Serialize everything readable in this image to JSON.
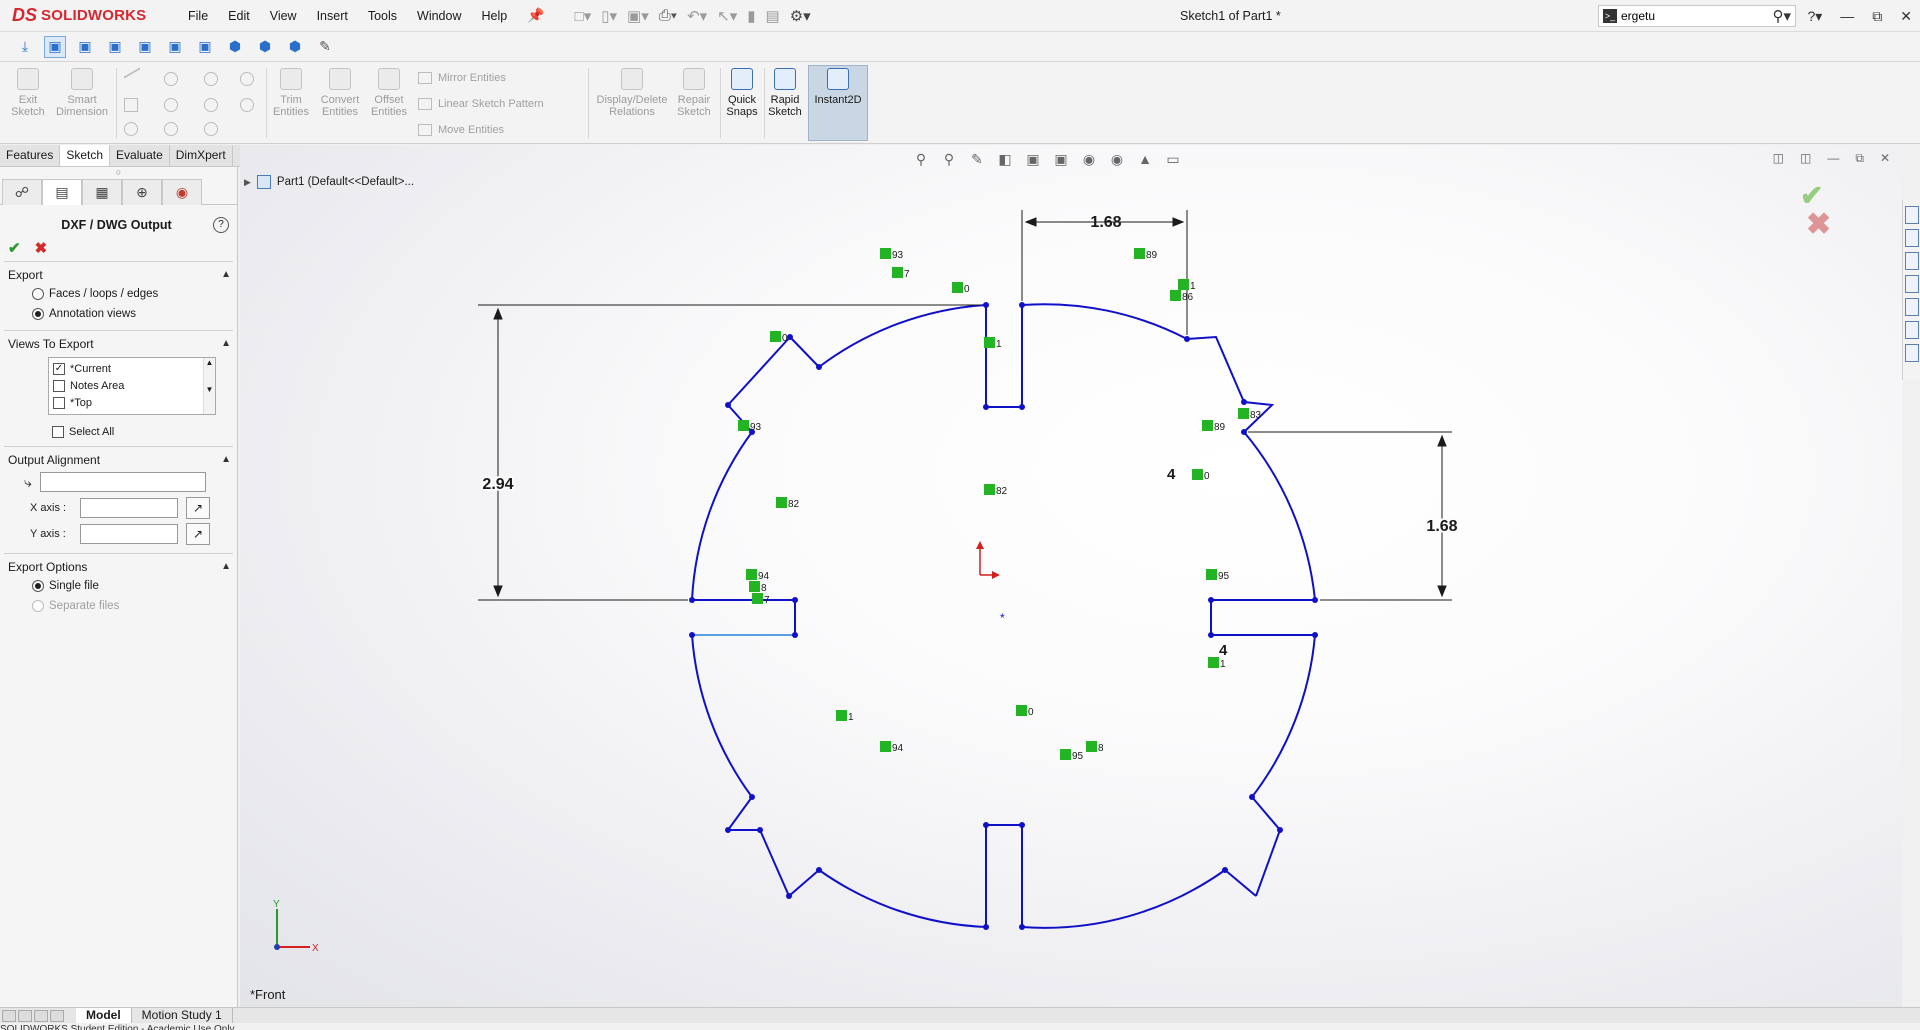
{
  "app": {
    "logo_mark": "DS",
    "logo_text": "SOLIDWORKS",
    "document_title": "Sketch1 of Part1 *"
  },
  "menu": [
    "File",
    "Edit",
    "View",
    "Insert",
    "Tools",
    "Window",
    "Help"
  ],
  "search": {
    "value": "ergetu",
    "placeholder": ""
  },
  "command_manager": {
    "buttons": [
      {
        "label": "Exit\nSketch",
        "enabled": false
      },
      {
        "label": "Smart\nDimension",
        "enabled": false
      },
      {
        "label": "Trim\nEntities",
        "enabled": false
      },
      {
        "label": "Convert\nEntities",
        "enabled": false
      },
      {
        "label": "Offset\nEntities",
        "enabled": false
      },
      {
        "label": "Display/Delete\nRelations",
        "enabled": false
      },
      {
        "label": "Repair\nSketch",
        "enabled": false
      },
      {
        "label": "Quick\nSnaps",
        "enabled": true
      },
      {
        "label": "Rapid\nSketch",
        "enabled": true
      },
      {
        "label": "Instant2D",
        "enabled": true,
        "pressed": true
      }
    ],
    "small_commands": [
      "Mirror Entities",
      "Linear Sketch Pattern",
      "Move Entities"
    ]
  },
  "cm_tabs": [
    "Features",
    "Sketch",
    "Evaluate",
    "DimXpert"
  ],
  "cm_active_tab": "Sketch",
  "property_manager": {
    "title": "DXF / DWG Output",
    "help_glyph": "?",
    "export": {
      "header": "Export",
      "options": [
        {
          "label": "Faces / loops / edges",
          "selected": false
        },
        {
          "label": "Annotation views",
          "selected": true
        }
      ]
    },
    "views_to_export": {
      "header": "Views To Export",
      "items": [
        {
          "label": "*Current",
          "checked": true
        },
        {
          "label": "Notes Area",
          "checked": false
        },
        {
          "label": "*Top",
          "checked": false
        }
      ],
      "select_all": "Select All"
    },
    "output_alignment": {
      "header": "Output Alignment",
      "x_axis_label": "X axis :",
      "y_axis_label": "Y axis :"
    },
    "export_options": {
      "header": "Export Options",
      "options": [
        {
          "label": "Single file",
          "selected": true,
          "enabled": true
        },
        {
          "label": "Separate files",
          "selected": false,
          "enabled": false
        }
      ]
    }
  },
  "graphics": {
    "tree_node": "Part1  (Default<<Default>...",
    "view_label": "*Front",
    "dimensions": {
      "top_width": "1.68",
      "left_height": "2.94",
      "right_height": "1.68",
      "slot_right_upper": "4",
      "slot_right_lower": "4"
    },
    "relation_tags": [
      "93",
      "7",
      "0",
      "89",
      "1",
      "86",
      "1",
      "82",
      "93",
      "83",
      "89",
      "0",
      "82",
      "0",
      "94",
      "8",
      "7",
      "95",
      "1",
      "1",
      "0",
      "94",
      "8",
      "95"
    ],
    "axis_labels": {
      "x": "X",
      "y": "Y"
    }
  },
  "bottom_tabs": [
    "Model",
    "Motion Study 1"
  ],
  "bottom_active_tab": "Model",
  "status": "SOLIDWORKS Student Edition - Academic Use Only",
  "colors": {
    "sketch_line": "#1010c8",
    "dimension": "#1a1a1a",
    "relation_tag": "#22b422",
    "brand": "#d6272e",
    "accent": "#2a6fc9"
  }
}
